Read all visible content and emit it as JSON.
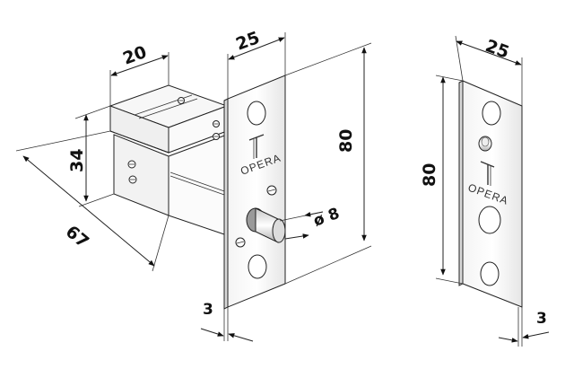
{
  "dimensions": {
    "body_width": "20",
    "plate_width_left": "25",
    "plate_height_left": "80",
    "body_height": "34",
    "body_length": "67",
    "bolt_diameter": "ø 8",
    "plate_thickness_left": "3",
    "plate_width_right": "25",
    "plate_height_right": "80",
    "plate_thickness_right": "3"
  },
  "brand": {
    "name_left": "OPERA",
    "name_right": "OPERA"
  },
  "icons": {
    "logo": "opera-t-logo-icon",
    "screw": "screw-head-icon"
  }
}
